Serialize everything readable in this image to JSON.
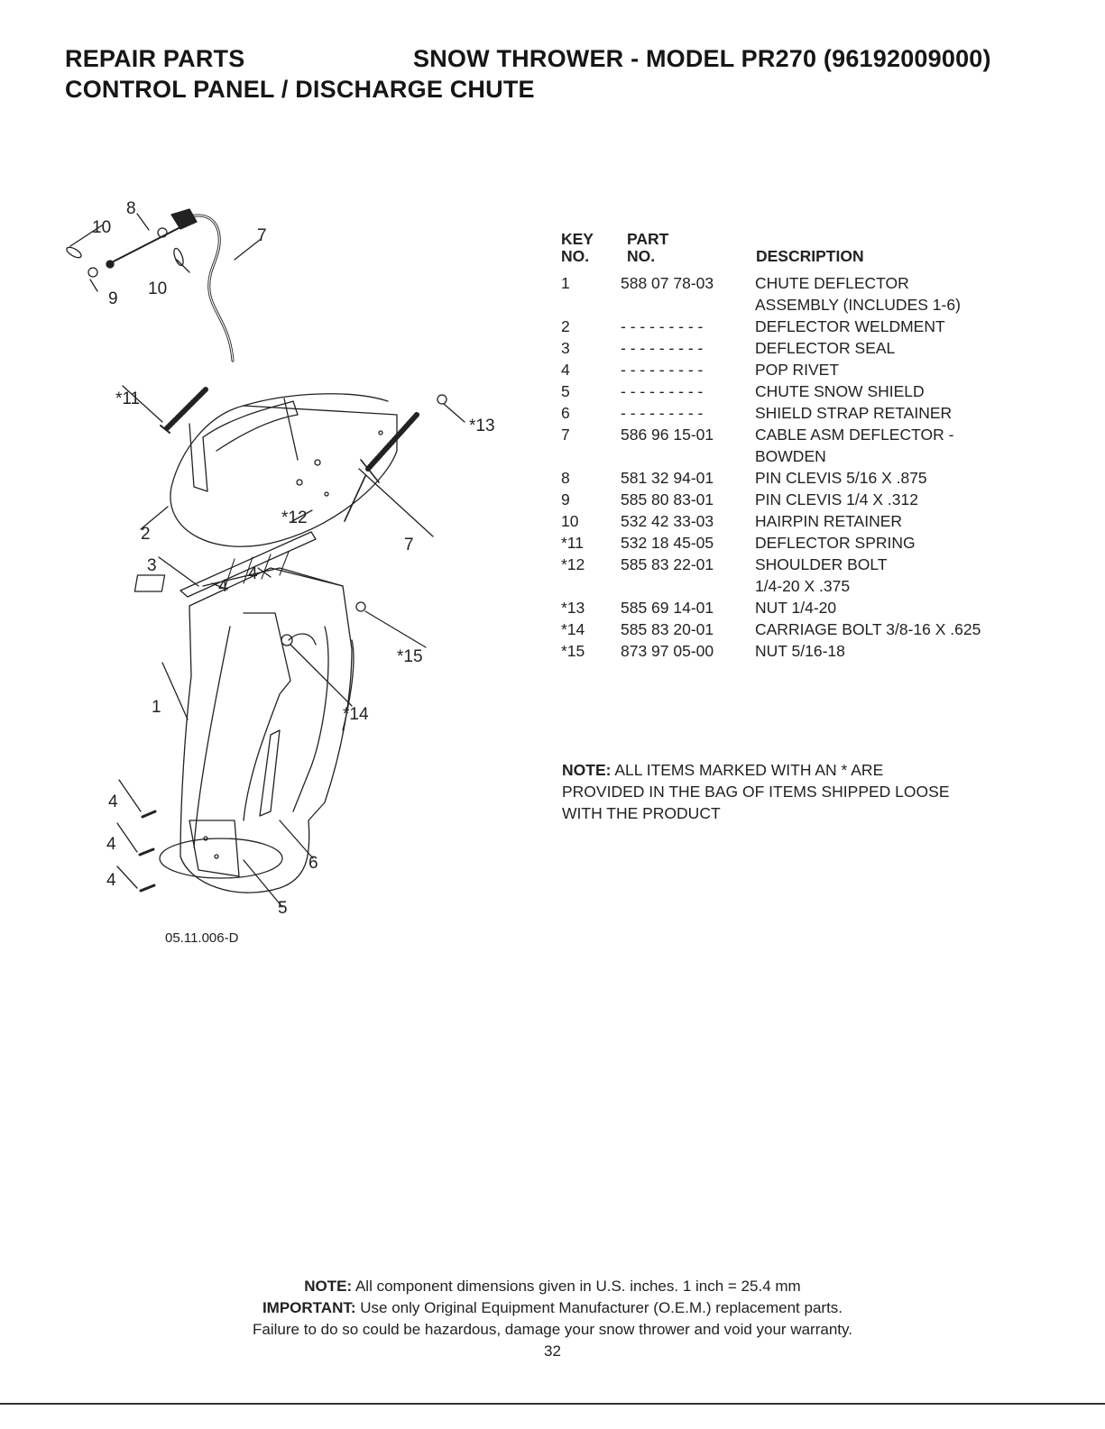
{
  "header": {
    "left": "REPAIR PARTS",
    "right": "SNOW THROWER - MODEL  PR270  (96192009000)",
    "sub": "CONTROL PANEL / DISCHARGE CHUTE"
  },
  "diagram": {
    "callouts": [
      "8",
      "10",
      "9",
      "10",
      "7",
      "*11",
      "*13",
      "2",
      "*12",
      "7",
      "3",
      "4",
      "4",
      "*15",
      "1",
      "*14",
      "4",
      "4",
      "4",
      "6",
      "5"
    ],
    "drawing_code": "05.11.006-D"
  },
  "parts_table": {
    "headers": {
      "key_1": "KEY",
      "key_2": "NO.",
      "part_1": "PART",
      "part_2": "NO.",
      "description": "DESCRIPTION"
    },
    "rows": [
      {
        "key": "1",
        "part": "588 07 78-03",
        "desc": "CHUTE DEFLECTOR"
      },
      {
        "key": "",
        "part": "",
        "desc": "ASSEMBLY (INCLUDES 1-6)"
      },
      {
        "key": "2",
        "part": "- - - - - - - - -",
        "desc": "DEFLECTOR WELDMENT"
      },
      {
        "key": "3",
        "part": "- - - - - - - - -",
        "desc": "DEFLECTOR SEAL"
      },
      {
        "key": "4",
        "part": "- - - - - - - - -",
        "desc": "POP RIVET"
      },
      {
        "key": "5",
        "part": "- - - - - - - - -",
        "desc": "CHUTE SNOW SHIELD"
      },
      {
        "key": "6",
        "part": "- - - - - - - - -",
        "desc": "SHIELD STRAP RETAINER"
      },
      {
        "key": "7",
        "part": "586 96 15-01",
        "desc": "CABLE ASM DEFLECTOR -"
      },
      {
        "key": "",
        "part": "",
        "desc": "BOWDEN"
      },
      {
        "key": "8",
        "part": "581 32 94-01",
        "desc": "PIN CLEVIS 5/16 X .875"
      },
      {
        "key": "9",
        "part": "585 80 83-01",
        "desc": "PIN CLEVIS 1/4 X .312"
      },
      {
        "key": "10",
        "part": "532 42 33-03",
        "desc": "HAIRPIN RETAINER"
      },
      {
        "key": "*11",
        "part": "532 18 45-05",
        "desc": "DEFLECTOR SPRING"
      },
      {
        "key": "*12",
        "part": "585 83 22-01",
        "desc": "SHOULDER BOLT"
      },
      {
        "key": "",
        "part": "",
        "desc": "1/4-20 X .375"
      },
      {
        "key": "*13",
        "part": "585 69 14-01",
        "desc": "NUT 1/4-20"
      },
      {
        "key": "*14",
        "part": "585 83 20-01",
        "desc": "CARRIAGE BOLT 3/8-16 X .625"
      },
      {
        "key": "*15",
        "part": "873 97 05-00",
        "desc": "NUT 5/16-18"
      }
    ]
  },
  "note": {
    "label": "NOTE:",
    "lines": [
      "ALL ITEMS MARKED WITH AN * ARE",
      "PROVIDED IN THE BAG OF ITEMS SHIPPED LOOSE",
      "WITH THE PRODUCT"
    ]
  },
  "footer": {
    "note_label": "NOTE:",
    "note_text": "All component dimensions given in U.S. inches.    1 inch = 25.4 mm",
    "important_label": "IMPORTANT:",
    "important_text": "Use only Original Equipment Manufacturer (O.E.M.) replacement parts.",
    "warning": "Failure to do so could be hazardous, damage your snow thrower and void your warranty.",
    "page_number": "32"
  }
}
